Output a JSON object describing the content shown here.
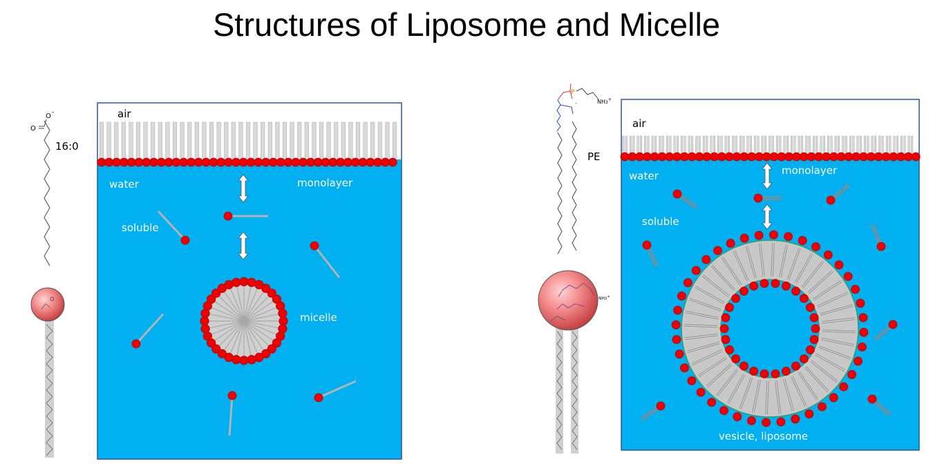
{
  "title": "Structures of Liposome and Micelle",
  "colors": {
    "water": "#00b0f0",
    "head": "#ee0000",
    "head_stroke": "#b00000",
    "tail": "#b4b4b4",
    "tail_light": "#d9d9d9",
    "frame": "#2f5597",
    "label": "#ffffff",
    "bilayer_edge": "#2e9c6e"
  },
  "left_panel": {
    "air_label": "air",
    "water_label": "water",
    "monolayer_label": "monolayer",
    "soluble_label": "soluble",
    "micelle_label": "micelle",
    "molecule_label": "16:0",
    "carboxyl_o": "O",
    "carboxyl_minus": "-"
  },
  "right_panel": {
    "air_label": "air",
    "water_label": "water",
    "monolayer_label": "monolayer",
    "soluble_label": "soluble",
    "vesicle_label": "vesicle, liposome",
    "molecule_label": "PE",
    "amine_label": "NH",
    "amine_sub": "3",
    "amine_plus": "+",
    "phosphate_p": "P",
    "phosphate_minus": "-"
  }
}
